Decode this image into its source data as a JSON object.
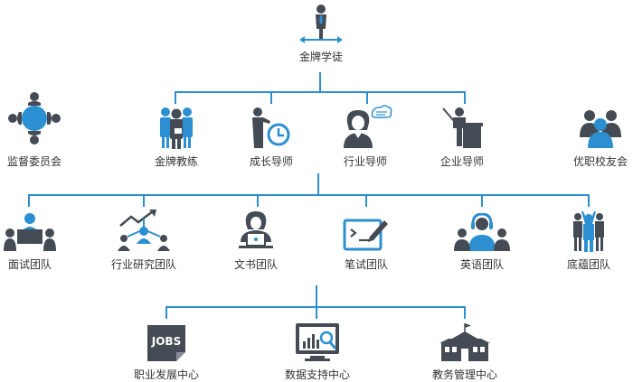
{
  "colors": {
    "icon_dark": "#444b54",
    "accent_blue": "#2c8fd1",
    "text": "#333333",
    "line": "#2c8fd1"
  },
  "root": {
    "label": "金牌学徒",
    "icon": "student-figure-icon"
  },
  "level1": {
    "side_left": {
      "label": "监督委员会",
      "icon": "round-table-meeting-icon"
    },
    "side_right": {
      "label": "优职校友会",
      "icon": "alumni-group-icon"
    },
    "items": [
      {
        "label": "金牌教练",
        "icon": "coach-team-icon"
      },
      {
        "label": "成长导师",
        "icon": "mentor-clock-icon"
      },
      {
        "label": "行业导师",
        "icon": "industry-mentor-icon"
      },
      {
        "label": "企业导师",
        "icon": "presenter-podium-icon"
      }
    ]
  },
  "level2": {
    "items": [
      {
        "label": "面试团队",
        "icon": "interview-table-icon"
      },
      {
        "label": "行业研究团队",
        "icon": "research-growth-icon"
      },
      {
        "label": "文书团队",
        "icon": "writer-laptop-icon"
      },
      {
        "label": "笔试团队",
        "icon": "written-test-pen-icon"
      },
      {
        "label": "英语团队",
        "icon": "headset-team-icon"
      },
      {
        "label": "底蕴团队",
        "icon": "cheering-team-icon"
      }
    ]
  },
  "level3": {
    "items": [
      {
        "label": "职业发展中心",
        "icon": "jobs-note-icon"
      },
      {
        "label": "数据支持中心",
        "icon": "data-monitor-icon"
      },
      {
        "label": "教务管理中心",
        "icon": "school-building-icon"
      }
    ],
    "jobs_text": "JOBS"
  }
}
